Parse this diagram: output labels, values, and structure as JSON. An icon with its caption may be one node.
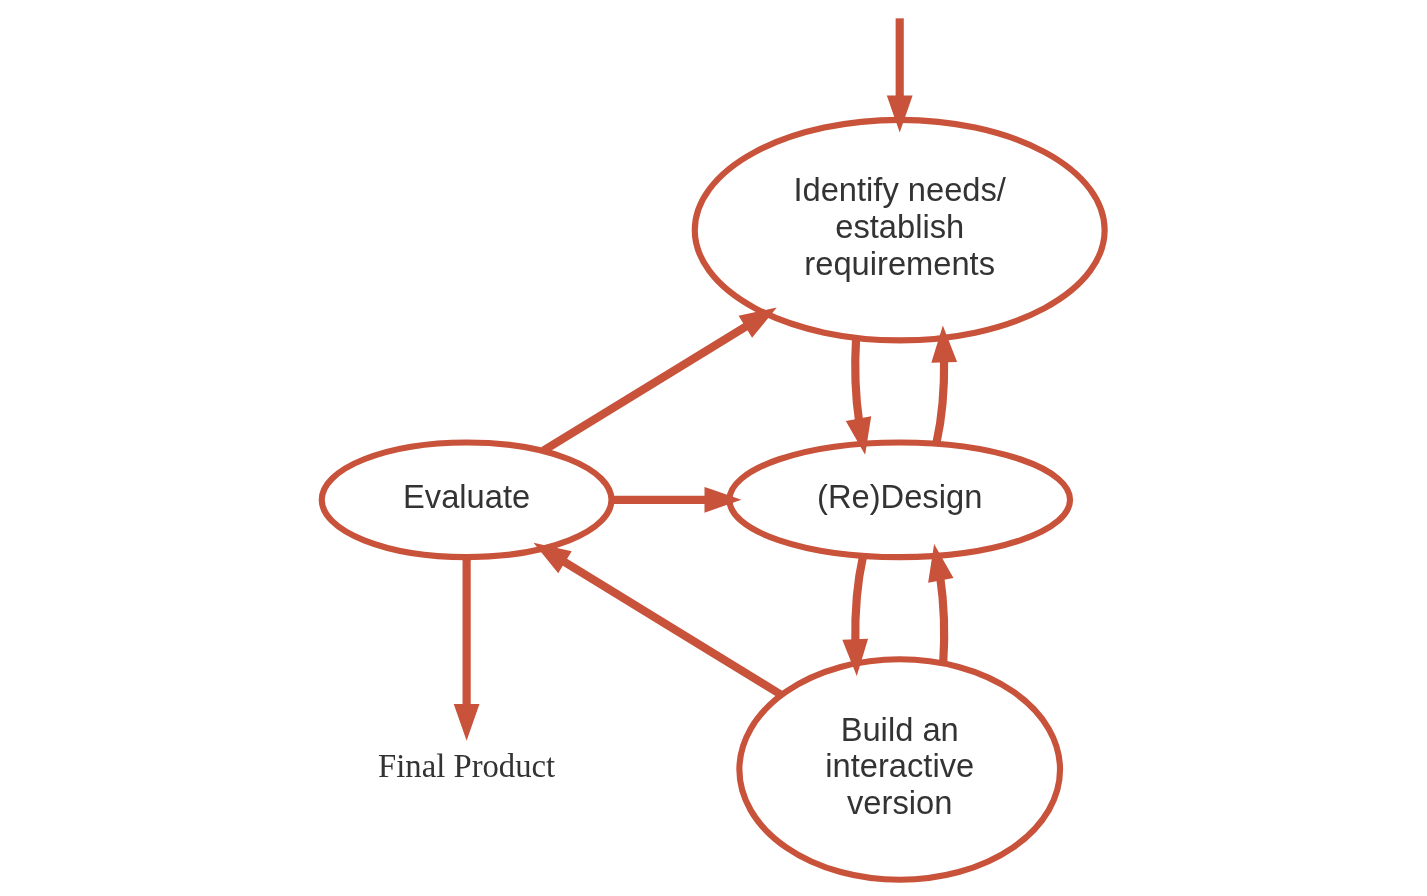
{
  "diagram": {
    "nodes": [
      {
        "text": [
          "Identify needs/ establish requirements"
        ]
      },
      {
        "text": [
          "(Re)Design"
        ]
      },
      {
        "text": [
          "Build an interactive version"
        ]
      },
      {
        "text": [
          "Evaluate"
        ]
      },
      {
        "text": [
          "Final Product"
        ]
      }
    ],
    "edges": [
      {
        "from": null,
        "to": 0,
        "arrow": "to"
      },
      {
        "from": 0,
        "to": 1,
        "arrow": "to"
      },
      {
        "from": 1,
        "to": 0,
        "arrow": "to"
      },
      {
        "from": 3,
        "to": 0,
        "arrow": "to"
      },
      {
        "from": 3,
        "to": 1,
        "arrow": "to"
      },
      {
        "from": 2,
        "to": 1,
        "arrow": "to"
      },
      {
        "from": 1,
        "to": 2,
        "arrow": "to"
      },
      {
        "from": 2,
        "to": 3,
        "arrow": "to"
      },
      {
        "from": 3,
        "to": 4,
        "arrow": "to"
      }
    ]
  }
}
